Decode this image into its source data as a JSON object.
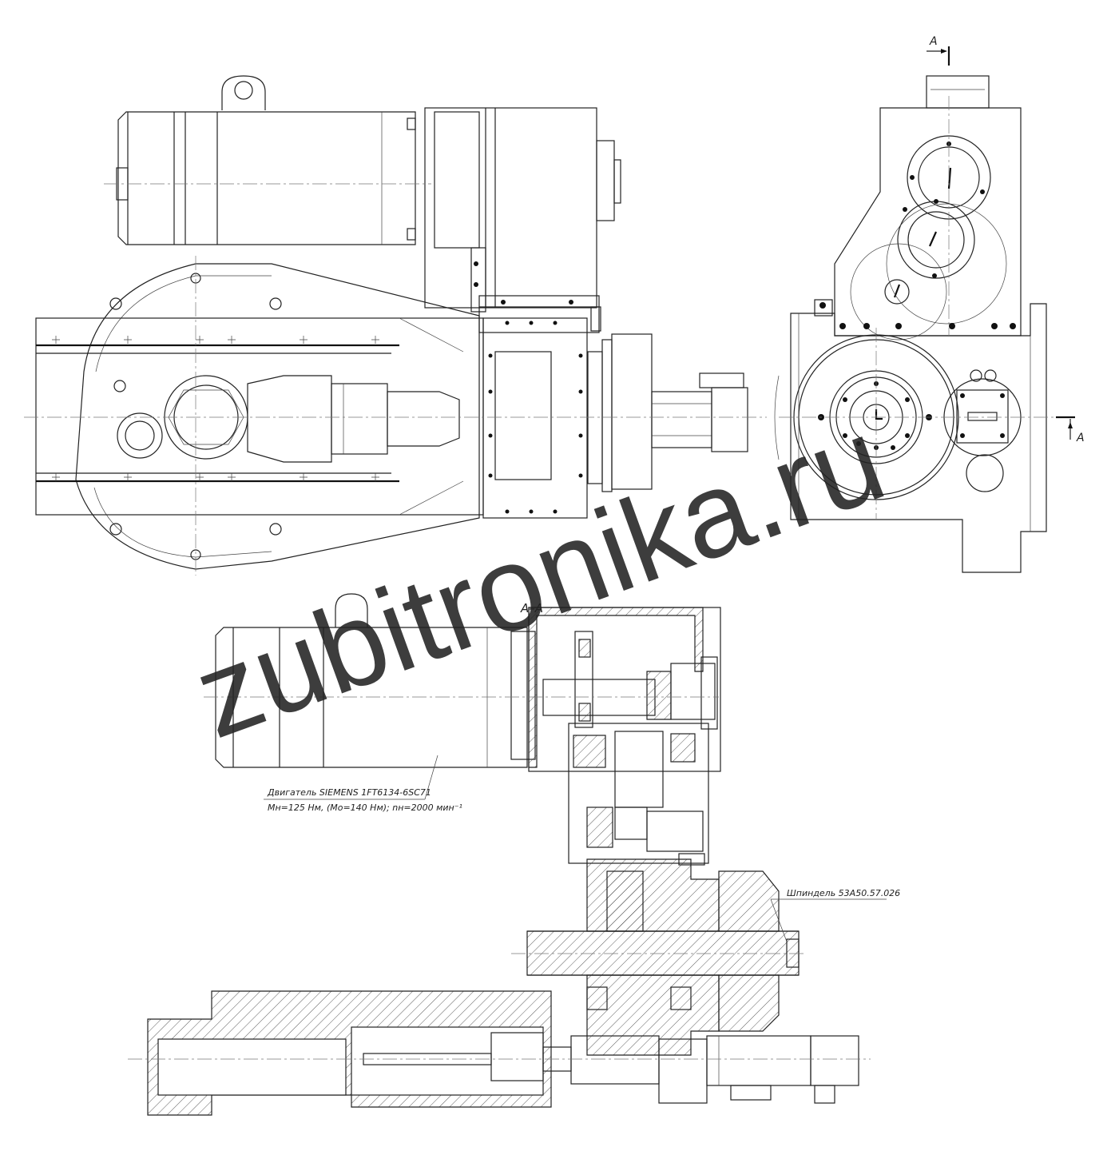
{
  "section_marks": {
    "top_left": "A",
    "right": "A",
    "section_title": "A–A"
  },
  "callouts": {
    "motor_line1": "Двигатель SIEMENS 1FT6134-6SC71",
    "motor_line2": "Мн=125 Нм, (Мо=140 Нм); nн=2000 мин⁻¹",
    "spindle": "Шпиндель 53А50.57.026"
  },
  "watermark": "zubitronika.ru",
  "colors": {
    "line": "#222222",
    "background": "#ffffff",
    "watermark": "#1b1b1b"
  }
}
